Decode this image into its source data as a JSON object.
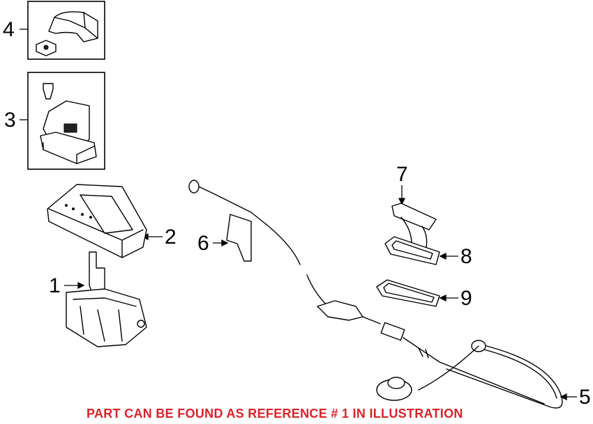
{
  "callouts": [
    "1",
    "2",
    "3",
    "4",
    "5",
    "6",
    "7",
    "8",
    "9"
  ],
  "caption": "PART CAN BE FOUND AS REFERENCE # 1 IN ILLUSTRATION",
  "colors": {
    "caption": "#d8232a",
    "lines": "#000000"
  }
}
